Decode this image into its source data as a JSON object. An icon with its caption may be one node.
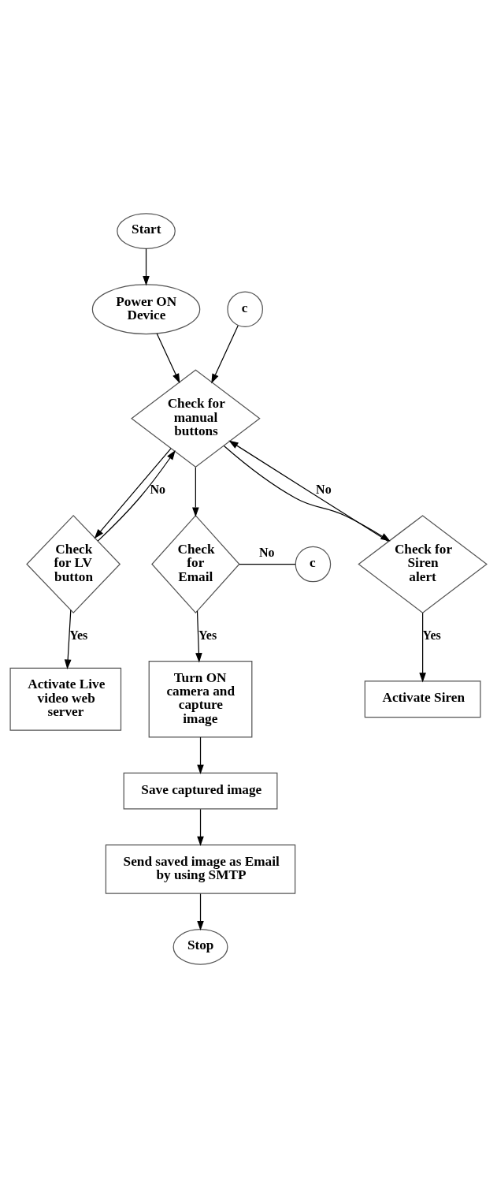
{
  "diagram": {
    "nodes": [
      {
        "text": [
          "Start"
        ]
      },
      {
        "text": [
          "Power ON Device"
        ]
      },
      {
        "text": [
          "c"
        ]
      },
      {
        "text": [
          "Check for manual buttons"
        ]
      },
      {
        "text": [
          "Check for LV button"
        ]
      },
      {
        "text": [
          "Check for Email"
        ]
      },
      {
        "text": [
          "Check for Siren alert"
        ]
      },
      {
        "text": [
          "c"
        ]
      },
      {
        "text": [
          "Activate Live video web server"
        ]
      },
      {
        "text": [
          "Turn ON camera and capture image"
        ]
      },
      {
        "text": [
          "Activate Siren"
        ]
      },
      {
        "text": [
          "Save captured image"
        ]
      },
      {
        "text": [
          "Send saved image as Email by using SMTP"
        ]
      },
      {
        "text": [
          "Stop"
        ]
      }
    ],
    "edges": [
      {
        "from": 0,
        "to": 1,
        "arrow": "to"
      },
      {
        "from": 1,
        "to": 3,
        "arrow": "to"
      },
      {
        "from": 2,
        "to": 3,
        "arrow": "to"
      },
      {
        "from": 6,
        "to": 3,
        "arrow": "to",
        "label": "No"
      },
      {
        "from": 4,
        "to": 3,
        "arrow": "to",
        "label": "No"
      },
      {
        "from": 3,
        "to": 4,
        "arrow": "to"
      },
      {
        "from": 3,
        "to": 5,
        "arrow": "to"
      },
      {
        "from": 3,
        "to": 6,
        "arrow": "to"
      },
      {
        "from": 5,
        "to": 7,
        "arrow": "none",
        "label": "No"
      },
      {
        "from": 4,
        "to": 8,
        "arrow": "to",
        "label": "Yes"
      },
      {
        "from": 5,
        "to": 9,
        "arrow": "to",
        "label": "Yes"
      },
      {
        "from": 6,
        "to": 10,
        "arrow": "to",
        "label": "Yes"
      },
      {
        "from": 9,
        "to": 11,
        "arrow": "to"
      },
      {
        "from": 11,
        "to": 12,
        "arrow": "to"
      },
      {
        "from": 12,
        "to": 13,
        "arrow": "to"
      }
    ]
  }
}
